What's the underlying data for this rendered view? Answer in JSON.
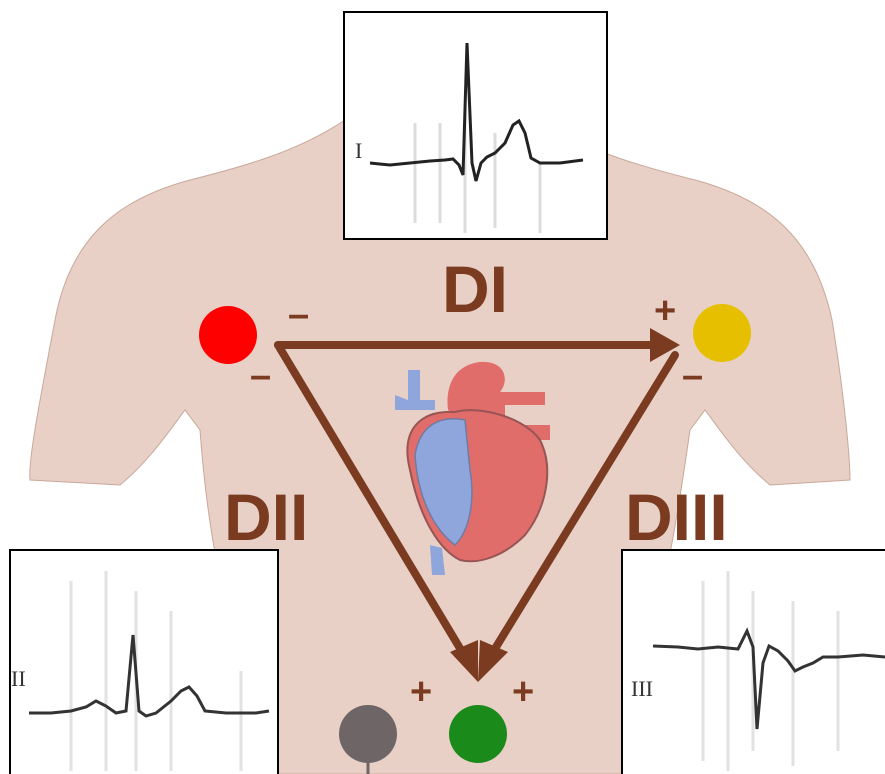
{
  "leads": {
    "di": {
      "name": "DI",
      "ecg_label": "I"
    },
    "dii": {
      "name": "DII",
      "ecg_label": "II"
    },
    "diii": {
      "name": "DIII",
      "ecg_label": "III"
    }
  },
  "signs": {
    "right_arm_top": "–",
    "right_arm_bottom": "–",
    "left_arm_top": "+",
    "left_arm_bottom": "–",
    "left_leg_left": "+",
    "left_leg_right": "+"
  },
  "colors": {
    "skin": "#e8d0c6",
    "skin_outline": "#c9a89a",
    "arrow": "#7a3b20",
    "right_arm": "#ff0000",
    "left_arm": "#e6c000",
    "left_leg": "#1a8a1a",
    "right_leg": "#6e6666",
    "heart_red": "#e05c5c",
    "heart_blue": "#7f9fe0"
  },
  "electrodes": [
    "right-arm",
    "left-arm",
    "left-leg",
    "right-leg"
  ]
}
